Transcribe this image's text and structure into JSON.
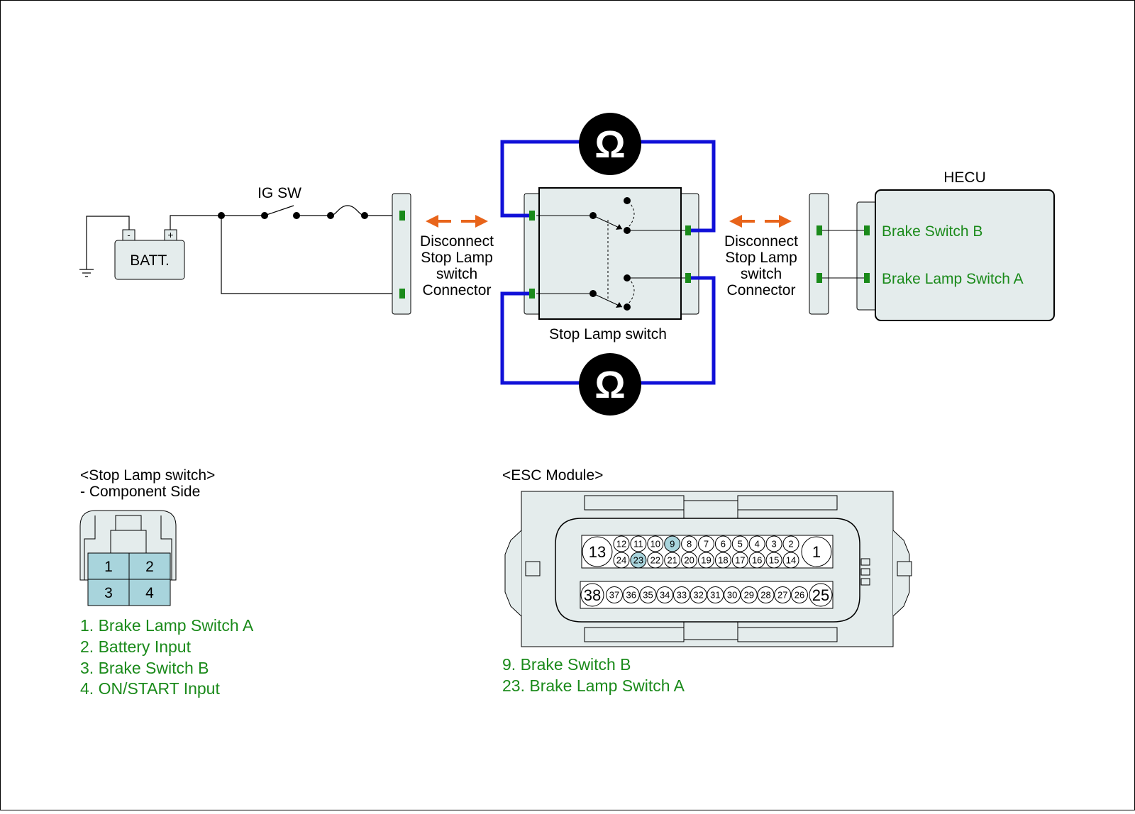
{
  "colors": {
    "probe_wire": "#1010d8",
    "arrow": "#e8641a",
    "pin_green": "#1a8a1a",
    "box_fill": "#e4ecec",
    "highlight": "#a8d4dc",
    "legend_text": "#1a8a1a"
  },
  "circuit": {
    "battery_label": "BATT.",
    "battery_minus": "-",
    "battery_plus": "+",
    "ig_sw_label": "IG SW",
    "ohm_symbol": "Ω",
    "disconnect_left": [
      "Disconnect",
      "Stop Lamp",
      "switch",
      "Connector"
    ],
    "disconnect_right": [
      "Disconnect",
      "Stop Lamp",
      "switch",
      "Connector"
    ],
    "stop_lamp_switch_label": "Stop Lamp switch",
    "hecu": {
      "title": "HECU",
      "pins": [
        "Brake Switch B",
        "Brake Lamp Switch A"
      ]
    }
  },
  "stop_lamp_connector": {
    "title": "<Stop Lamp switch>",
    "subtitle": "- Component Side",
    "pins": [
      "1",
      "2",
      "3",
      "4"
    ],
    "legend": [
      "1. Brake Lamp Switch A",
      "2. Battery Input",
      "3. Brake Switch B",
      "4. ON/START Input"
    ]
  },
  "esc_module": {
    "title": "<ESC Module>",
    "big_pins": [
      "13",
      "1",
      "38",
      "25"
    ],
    "row1": [
      "12",
      "11",
      "10",
      "9",
      "8",
      "7",
      "6",
      "5",
      "4",
      "3",
      "2"
    ],
    "row2": [
      "24",
      "23",
      "22",
      "21",
      "20",
      "19",
      "18",
      "17",
      "16",
      "15",
      "14"
    ],
    "row3": [
      "37",
      "36",
      "35",
      "34",
      "33",
      "32",
      "31",
      "30",
      "29",
      "28",
      "27",
      "26"
    ],
    "highlighted": [
      "9",
      "23"
    ],
    "legend": [
      "9. Brake Switch B",
      "23. Brake Lamp Switch A"
    ]
  }
}
